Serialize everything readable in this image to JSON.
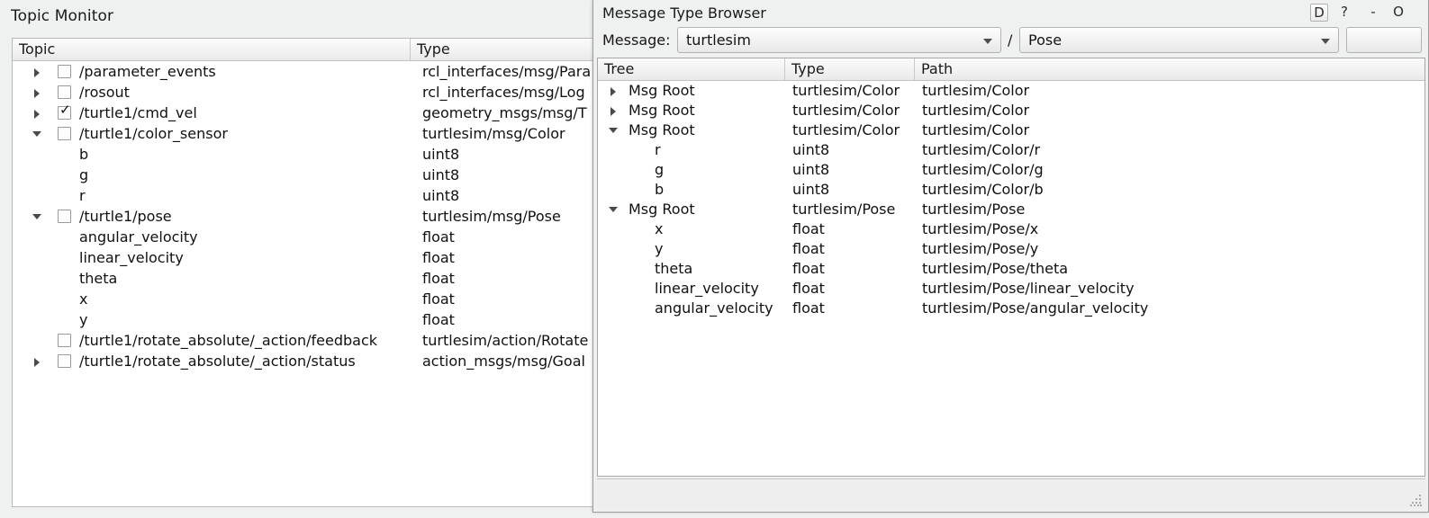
{
  "topic_monitor": {
    "title": "Topic Monitor",
    "columns": [
      "Topic",
      "Type"
    ],
    "sort_indicator": "sort-descending-arrow",
    "rows": [
      {
        "twisty": "collapsed",
        "checkbox": true,
        "checked": false,
        "level": 0,
        "topic": "/parameter_events",
        "type": "rcl_interfaces/msg/Para"
      },
      {
        "twisty": "collapsed",
        "checkbox": true,
        "checked": false,
        "level": 0,
        "topic": "/rosout",
        "type": "rcl_interfaces/msg/Log"
      },
      {
        "twisty": "collapsed",
        "checkbox": true,
        "checked": true,
        "level": 0,
        "topic": "/turtle1/cmd_vel",
        "type": "geometry_msgs/msg/T"
      },
      {
        "twisty": "expanded",
        "checkbox": true,
        "checked": false,
        "level": 0,
        "topic": "/turtle1/color_sensor",
        "type": "turtlesim/msg/Color"
      },
      {
        "twisty": "none",
        "checkbox": false,
        "checked": false,
        "level": 1,
        "topic": "b",
        "type": "uint8"
      },
      {
        "twisty": "none",
        "checkbox": false,
        "checked": false,
        "level": 1,
        "topic": "g",
        "type": "uint8"
      },
      {
        "twisty": "none",
        "checkbox": false,
        "checked": false,
        "level": 1,
        "topic": "r",
        "type": "uint8"
      },
      {
        "twisty": "expanded",
        "checkbox": true,
        "checked": false,
        "level": 0,
        "topic": "/turtle1/pose",
        "type": "turtlesim/msg/Pose"
      },
      {
        "twisty": "none",
        "checkbox": false,
        "checked": false,
        "level": 1,
        "topic": "angular_velocity",
        "type": "float"
      },
      {
        "twisty": "none",
        "checkbox": false,
        "checked": false,
        "level": 1,
        "topic": "linear_velocity",
        "type": "float"
      },
      {
        "twisty": "none",
        "checkbox": false,
        "checked": false,
        "level": 1,
        "topic": "theta",
        "type": "float"
      },
      {
        "twisty": "none",
        "checkbox": false,
        "checked": false,
        "level": 1,
        "topic": "x",
        "type": "float"
      },
      {
        "twisty": "none",
        "checkbox": false,
        "checked": false,
        "level": 1,
        "topic": "y",
        "type": "float"
      },
      {
        "twisty": "none",
        "checkbox": true,
        "checked": false,
        "level": 0,
        "topic": "/turtle1/rotate_absolute/_action/feedback",
        "type": "turtlesim/action/Rotate"
      },
      {
        "twisty": "collapsed",
        "checkbox": true,
        "checked": false,
        "level": 0,
        "topic": "/turtle1/rotate_absolute/_action/status",
        "type": "action_msgs/msg/Goal"
      }
    ]
  },
  "message_type_browser": {
    "title": "Message Type Browser",
    "window_buttons": {
      "dock": "D",
      "help": "?",
      "minimize": "-",
      "close": "O"
    },
    "message_row": {
      "label": "Message:",
      "package_value": "turtlesim",
      "separator": "/",
      "message_value": "Pose",
      "extra_value": ""
    },
    "columns": [
      "Tree",
      "Type",
      "Path"
    ],
    "rows": [
      {
        "twisty": "collapsed",
        "level": 0,
        "name": "Msg Root",
        "type": "turtlesim/Color",
        "path": "turtlesim/Color"
      },
      {
        "twisty": "collapsed",
        "level": 0,
        "name": "Msg Root",
        "type": "turtlesim/Color",
        "path": "turtlesim/Color"
      },
      {
        "twisty": "expanded",
        "level": 0,
        "name": "Msg Root",
        "type": "turtlesim/Color",
        "path": "turtlesim/Color"
      },
      {
        "twisty": "none",
        "level": 1,
        "name": "r",
        "type": "uint8",
        "path": "turtlesim/Color/r"
      },
      {
        "twisty": "none",
        "level": 1,
        "name": "g",
        "type": "uint8",
        "path": "turtlesim/Color/g"
      },
      {
        "twisty": "none",
        "level": 1,
        "name": "b",
        "type": "uint8",
        "path": "turtlesim/Color/b"
      },
      {
        "twisty": "expanded",
        "level": 0,
        "name": "Msg Root",
        "type": "turtlesim/Pose",
        "path": "turtlesim/Pose"
      },
      {
        "twisty": "none",
        "level": 1,
        "name": "x",
        "type": "float",
        "path": "turtlesim/Pose/x"
      },
      {
        "twisty": "none",
        "level": 1,
        "name": "y",
        "type": "float",
        "path": "turtlesim/Pose/y"
      },
      {
        "twisty": "none",
        "level": 1,
        "name": "theta",
        "type": "float",
        "path": "turtlesim/Pose/theta"
      },
      {
        "twisty": "none",
        "level": 1,
        "name": "linear_velocity",
        "type": "float",
        "path": "turtlesim/Pose/linear_velocity"
      },
      {
        "twisty": "none",
        "level": 1,
        "name": "angular_velocity",
        "type": "float",
        "path": "turtlesim/Pose/angular_velocity"
      }
    ],
    "statusbar": {
      "text": "",
      "grip": "size-grip"
    }
  },
  "colors": {
    "window_bg": "#eff0f0",
    "table_bg": "#ffffff",
    "header_border": "#c2c2c2",
    "text": "#111111"
  }
}
